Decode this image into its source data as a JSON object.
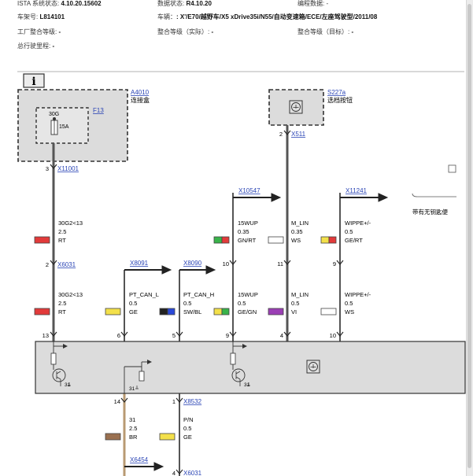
{
  "header": {
    "istaLabel": "ISTA 系统状态:",
    "istaValue": "4.10.20.15602",
    "dataLabel": "数据状态:",
    "dataValue": "R4.10.20",
    "progLabel": "编程数据:",
    "progValue": "-",
    "vinLabel": "车架号:",
    "vinValue": "L814101",
    "vehicleLabel": "车辆：",
    "vehicleValue": ": X'/E70/越野车/X5 xDrive35i/N55/自动变速箱/ECE/左座驾驶型/2011/08",
    "factoryLabel": "工厂整合等级:",
    "factoryValue": "-",
    "actualLabel": "整合等级（实际）:",
    "actualValue": "-",
    "targetLabel": "整合等级（目标）:",
    "targetValue": "-",
    "mileageLabel": "总行驶里程:",
    "mileageValue": "-"
  },
  "diagram": {
    "infoIcon": "i",
    "components": {
      "a4010": {
        "id": "A4010",
        "name": "连接盒"
      },
      "s227a": {
        "id": "S227a",
        "name": "选档按钮"
      },
      "f13": {
        "id": "F13",
        "pin": "30G",
        "rating": "15A"
      }
    },
    "connectors": {
      "x511": "X511",
      "x11001": "X11001",
      "x6031": "X6031",
      "x8091": "X8091",
      "x8090": "X8090",
      "x10547": "X10547",
      "x11241": "X11241",
      "x8532": "X8532",
      "x6454": "X6454",
      "x6031b": "X6031"
    },
    "pins": {
      "p3": "3",
      "p2": "2",
      "p13": "13",
      "p6": "6",
      "p5": "5",
      "p9": "9",
      "p4": "4",
      "p10": "10",
      "p10b": "10",
      "p11": "11",
      "p9b": "9",
      "p2s": "2",
      "p14": "14",
      "p1": "1",
      "p4b": "4"
    },
    "wires": {
      "w1": {
        "signal": "30G2<13",
        "size": "2.5",
        "color": "RT"
      },
      "w2": {
        "signal": "30G2<13",
        "size": "2.5",
        "color": "RT"
      },
      "w3": {
        "signal": "PT_CAN_L",
        "size": "0.5",
        "color": "GE"
      },
      "w4": {
        "signal": "PT_CAN_H",
        "size": "0.5",
        "color": "SW/BL"
      },
      "w5": {
        "signal": "15WUP",
        "size": "0.35",
        "color": "GN/RT"
      },
      "w6": {
        "signal": "15WUP",
        "size": "0.5",
        "color": "GE/GN"
      },
      "w7": {
        "signal": "M_LIN",
        "size": "0.35",
        "color": "WS"
      },
      "w8": {
        "signal": "M_LIN",
        "size": "0.5",
        "color": "VI"
      },
      "w9": {
        "signal": "WIPPE+/-",
        "size": "0.5",
        "color": "GE/RT"
      },
      "w10": {
        "signal": "WIPPE+/-",
        "size": "0.5",
        "color": "WS"
      },
      "w11": {
        "signal": "31",
        "size": "2.5",
        "color": "BR"
      },
      "w12": {
        "signal": "P/N",
        "size": "0.5",
        "color": "GE"
      }
    },
    "ground31": "31",
    "sideNote": "带有无钥匙便"
  },
  "wireColors": {
    "red": "#e23a3a",
    "yellow": "#f3e04a",
    "black": "#222222",
    "blue": "#2a48d8",
    "green": "#39b34a",
    "white": "#ffffff",
    "violet": "#9b3fb5",
    "brown": "#9a7050",
    "wire": "#555555",
    "brownWire": "#b89a72",
    "box": "#dcdcdc",
    "link": "#2b45b5"
  }
}
